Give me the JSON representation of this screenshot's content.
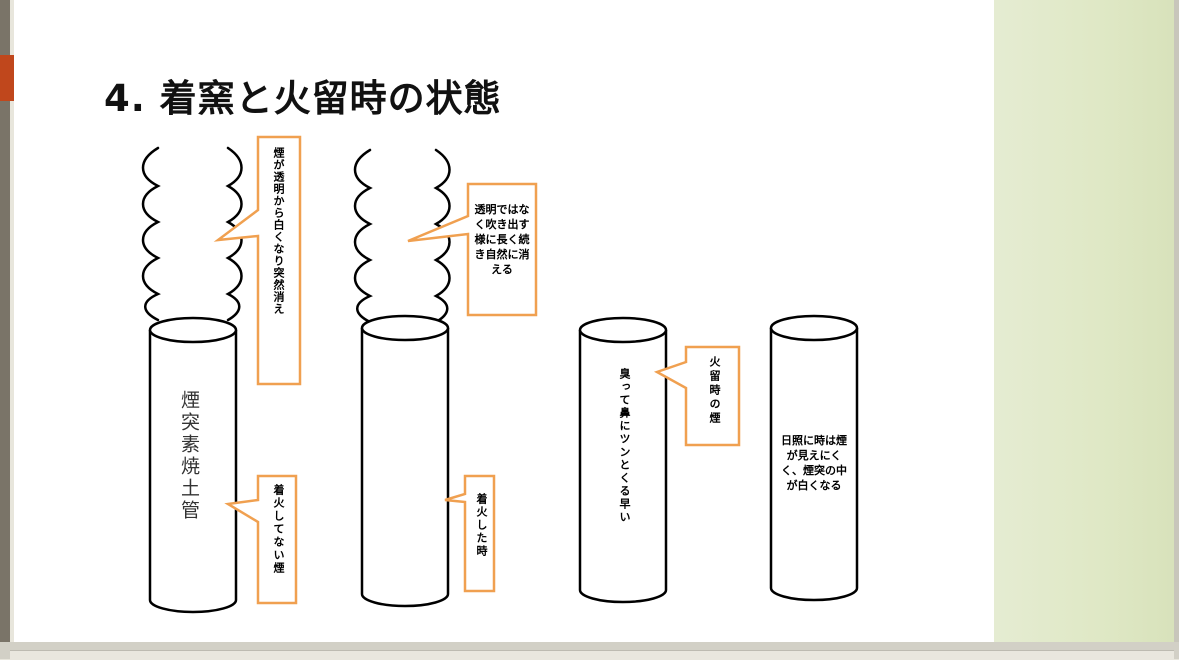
{
  "slide": {
    "title": "4. 着窯と火留時の状態",
    "pipe1": {
      "body_label": "煙突素焼土管",
      "callout_top": "煙が透明から白くなり突然消え",
      "callout_bottom": "着火してない煙"
    },
    "pipe2": {
      "callout_top": "透明ではなく吹き出す様に長く続き自然に消える",
      "callout_bottom": "着火した時"
    },
    "pipe3": {
      "body_label": "臭って鼻にツンとくる早い",
      "callout_top": "火留時の煙"
    },
    "pipe4": {
      "body_label": "日照に時は煙が見えにくく、煙突の中が白くなる"
    }
  },
  "colors": {
    "callout_border": "#f0a050",
    "accent": "#c0471c",
    "side_panel": "#dfe8c5"
  }
}
